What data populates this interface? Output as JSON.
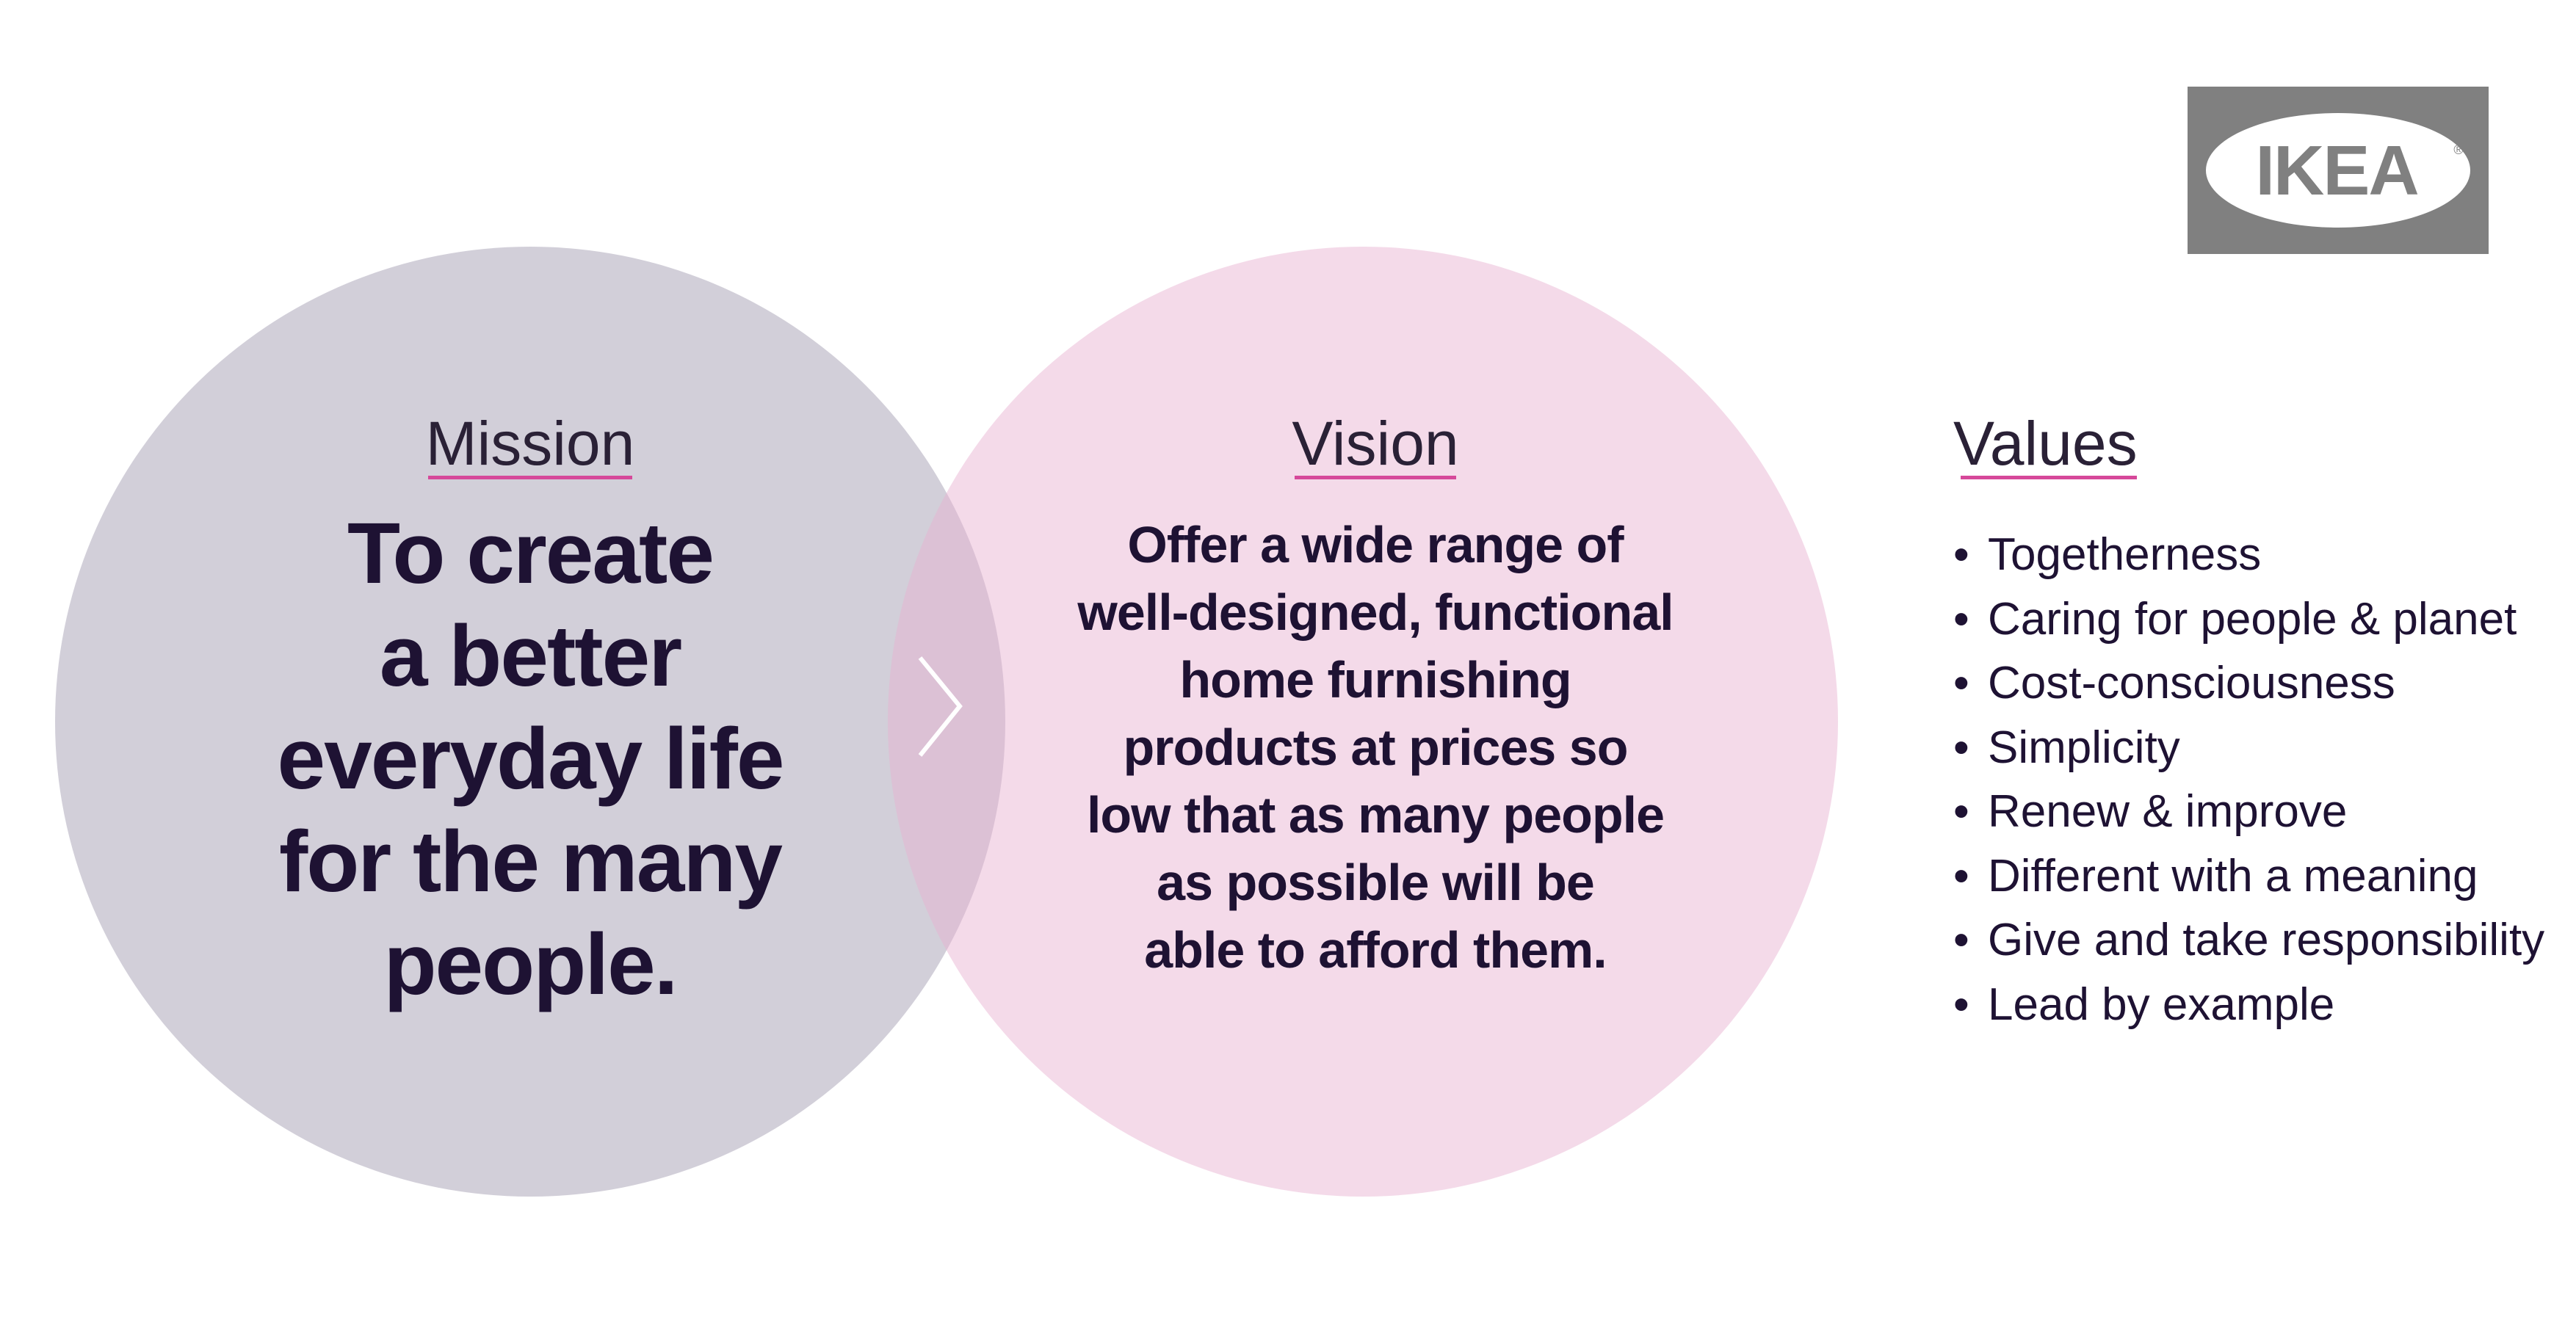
{
  "logo": {
    "text": "IKEA",
    "registered_mark": "®",
    "background_color": "#808080",
    "shape_color": "#ffffff"
  },
  "mission": {
    "heading": "Mission",
    "lines": [
      "To create",
      "a better",
      "everyday life",
      "for the many",
      "people."
    ]
  },
  "vision": {
    "heading": "Vision",
    "lines": [
      "Offer a wide range of",
      "well-designed, functional",
      "home furnishing",
      "products at prices so",
      "low that as many people",
      "as possible will be",
      "able to afford them."
    ]
  },
  "values": {
    "heading": "Values",
    "items": [
      "Togetherness",
      "Caring for people & planet",
      "Cost-consciousness",
      "Simplicity",
      "Renew & improve",
      "Different with a meaning",
      "Give and take responsibility",
      "Lead by example"
    ]
  },
  "colors": {
    "mission_circle": "#b4afc0",
    "vision_circle": "#e8b2d2",
    "underline_accent": "#d6489a",
    "text_dark": "#1e1233"
  },
  "icons": {
    "overlap_arrow": "chevron-right-icon"
  }
}
